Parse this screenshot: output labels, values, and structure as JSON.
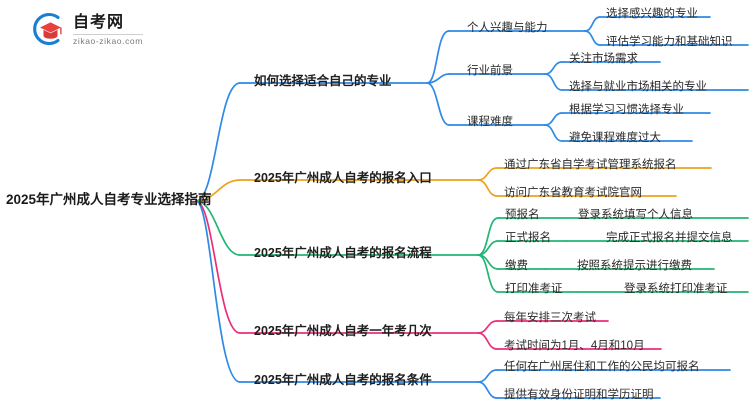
{
  "logo": {
    "title": "自考网",
    "domain": "zikao-zikao.com",
    "mark_icon": "graduation-cap-circle-icon",
    "arc_color": "#1a7fd4",
    "cap_color": "#e03a3a"
  },
  "mindmap": {
    "root": {
      "label": "2025年广州成人自考专业选择指南"
    },
    "branch_colors": {
      "blue": "#2e8ae6",
      "orange": "#eda21f",
      "green": "#22b573",
      "pink": "#ec2e78",
      "blue2": "#2e8ae6"
    },
    "branches": [
      {
        "label": "如何选择适合自己的专业",
        "color": "#2e8ae6",
        "children": [
          {
            "label": "个人兴趣与能力",
            "children": [
              {
                "label": "选择感兴趣的专业"
              },
              {
                "label": "评估学习能力和基础知识"
              }
            ]
          },
          {
            "label": "行业前景",
            "children": [
              {
                "label": "关注市场需求"
              },
              {
                "label": "选择与就业市场相关的专业"
              }
            ]
          },
          {
            "label": "课程难度",
            "children": [
              {
                "label": "根据学习习惯选择专业"
              },
              {
                "label": "避免课程难度过大"
              }
            ]
          }
        ]
      },
      {
        "label": "2025年广州成人自考的报名入口",
        "color": "#eda21f",
        "children": [
          {
            "label": "通过广东省自学考试管理系统报名",
            "children": []
          },
          {
            "label": "访问广东省教育考试院官网",
            "children": []
          }
        ]
      },
      {
        "label": "2025年广州成人自考的报名流程",
        "color": "#22b573",
        "children": [
          {
            "label": "预报名",
            "children": [
              {
                "label": "登录系统填写个人信息"
              }
            ]
          },
          {
            "label": "正式报名",
            "children": [
              {
                "label": "完成正式报名并提交信息"
              }
            ]
          },
          {
            "label": "缴费",
            "children": [
              {
                "label": "按照系统提示进行缴费"
              }
            ]
          },
          {
            "label": "打印准考证",
            "children": [
              {
                "label": "登录系统打印准考证"
              }
            ]
          }
        ]
      },
      {
        "label": "2025年广州成人自考一年考几次",
        "color": "#ec2e78",
        "children": [
          {
            "label": "每年安排三次考试",
            "children": []
          },
          {
            "label": "考试时间为1月、4月和10月",
            "children": []
          }
        ]
      },
      {
        "label": "2025年广州成人自考的报名条件",
        "color": "#2e8ae6",
        "children": [
          {
            "label": "任何在广州居住和工作的公民均可报名",
            "children": []
          },
          {
            "label": "提供有效身份证明和学历证明",
            "children": []
          }
        ]
      }
    ]
  }
}
